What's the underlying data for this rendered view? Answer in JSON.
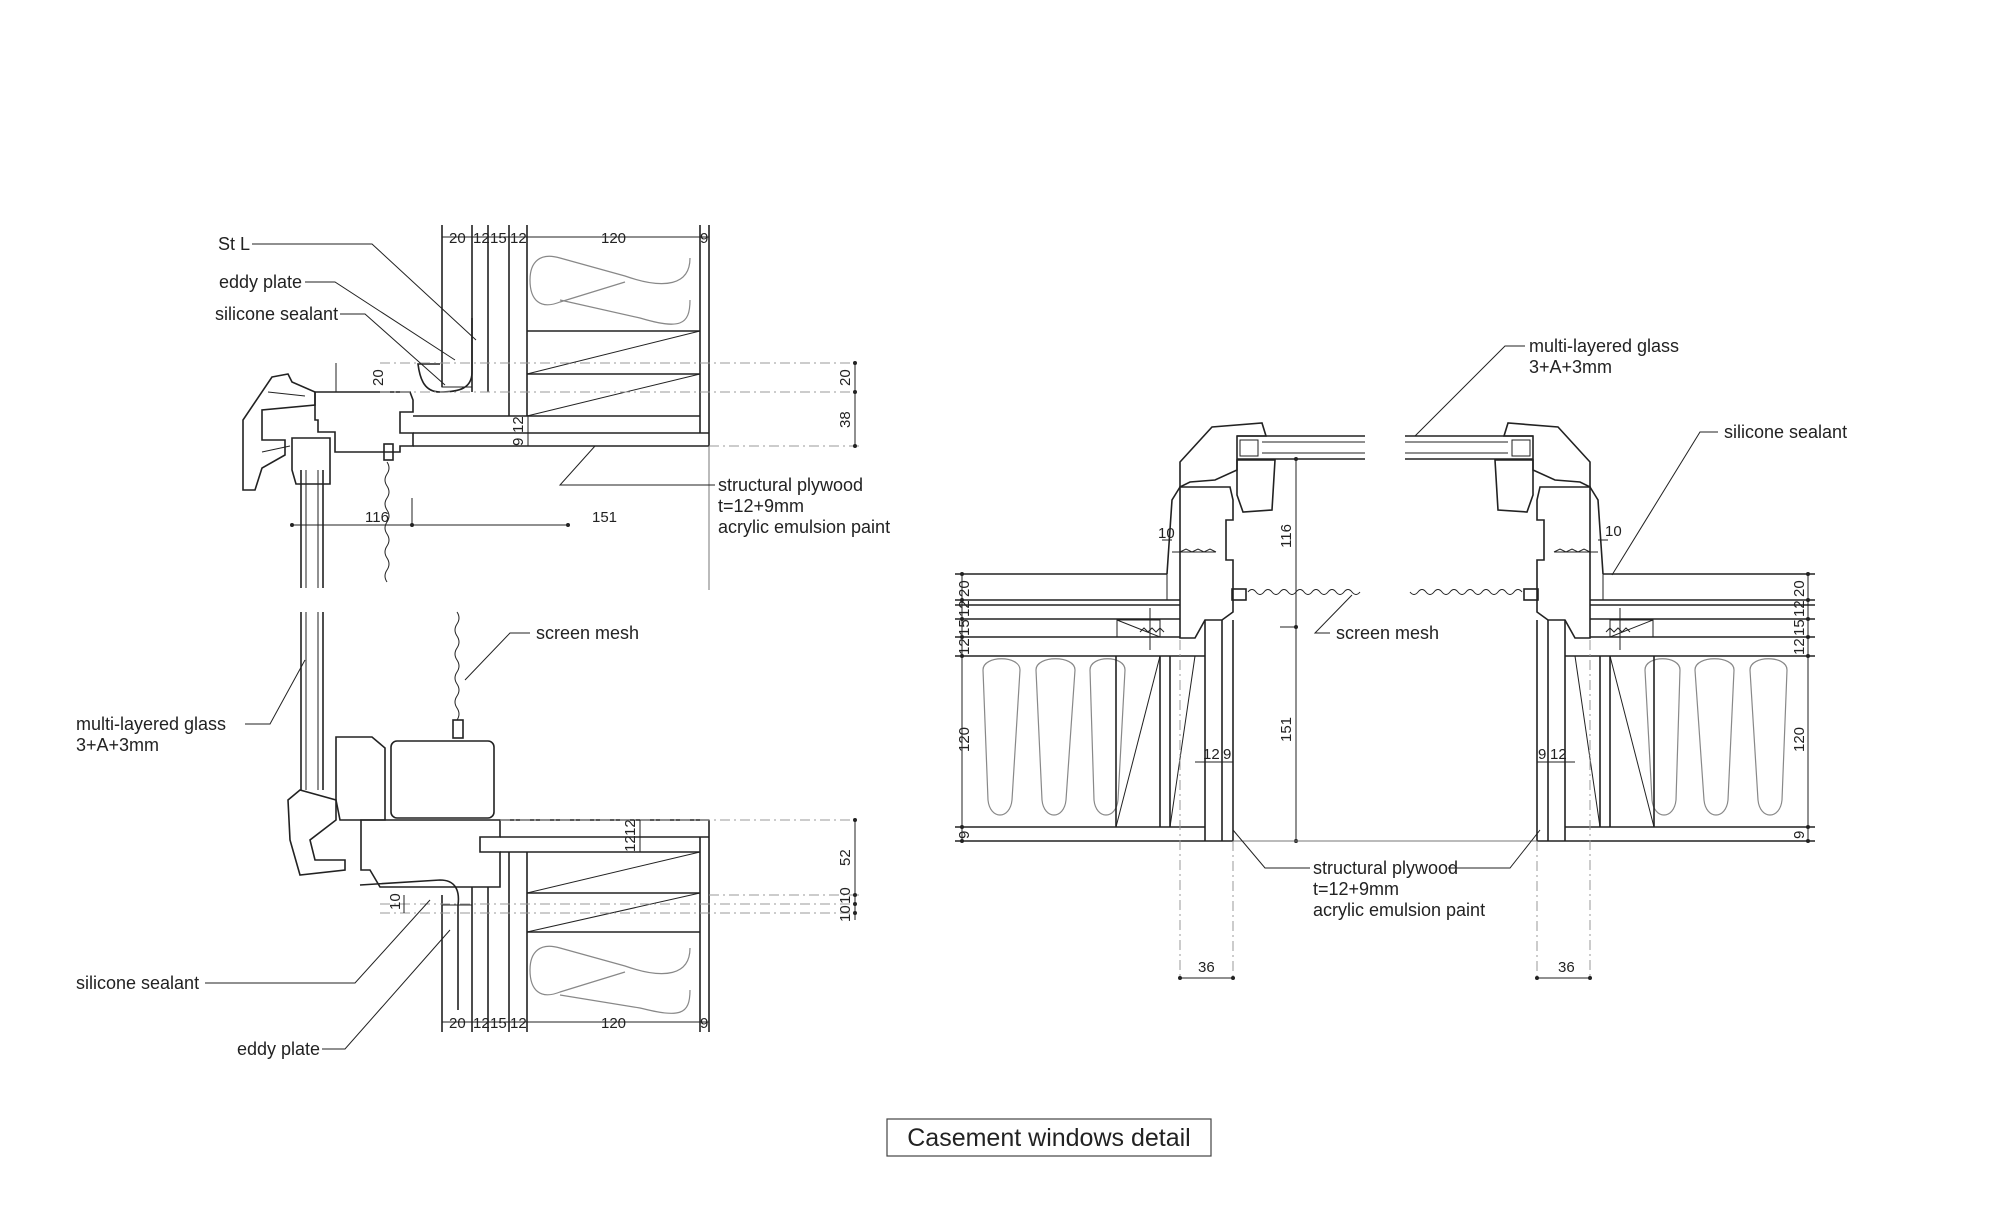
{
  "title": "Casement windows detail",
  "left_detail": {
    "labels": {
      "st_l": "St L",
      "eddy_plate_top": "eddy plate",
      "silicone_sealant_top": "silicone sealant",
      "structural_plywood": "structural plywood",
      "plywood_thickness": "t=12+9mm",
      "plywood_finish": "acrylic emulsion paint",
      "screen_mesh": "screen mesh",
      "glass": "multi-layered glass",
      "glass_spec": "3+A+3mm",
      "silicone_sealant_bottom": "silicone sealant",
      "eddy_plate_bottom": "eddy plate"
    },
    "wall_dims_top": [
      "20",
      "12",
      "15",
      "12",
      "120",
      "9"
    ],
    "wall_dims_bottom": [
      "20",
      "12",
      "15",
      "12",
      "120",
      "9"
    ],
    "head_dims": {
      "left_20": "20",
      "right_20": "20",
      "right_38": "38",
      "ply_9": "9",
      "ply_12": "12",
      "span_116": "116",
      "span_151": "151"
    },
    "sill_dims": {
      "ply_12a": "12",
      "ply_12b": "12",
      "right_52": "52",
      "right_10a": "10",
      "right_10b": "10",
      "left_10": "10"
    }
  },
  "right_detail": {
    "labels": {
      "glass": "multi-layered glass",
      "glass_spec": "3+A+3mm",
      "silicone_sealant": "silicone sealant",
      "screen_mesh": "screen mesh",
      "structural_plywood": "structural plywood",
      "plywood_thickness": "t=12+9mm",
      "plywood_finish": "acrylic emulsion paint"
    },
    "floor_dims_left": [
      "20",
      "12",
      "15",
      "12",
      "120",
      "9"
    ],
    "floor_dims_right": [
      "20",
      "12",
      "15",
      "12",
      "120",
      "9"
    ],
    "dims": {
      "gap_left_10": "10",
      "gap_right_10": "10",
      "ply_left_12": "12",
      "ply_left_9": "9",
      "ply_right_9": "9",
      "ply_right_12": "12",
      "span_116": "116",
      "span_151": "151",
      "frame_left_36": "36",
      "frame_right_36": "36"
    }
  }
}
